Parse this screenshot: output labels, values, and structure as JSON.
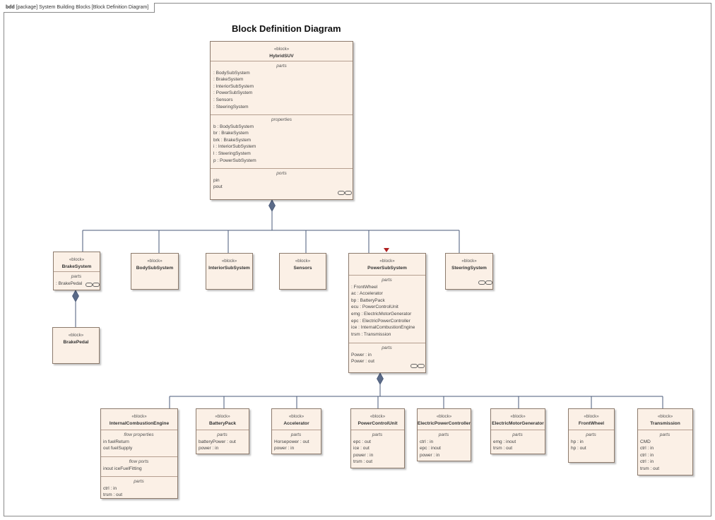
{
  "frame": {
    "kind": "bdd",
    "label": "[package] System Building Blocks [Block Definition Diagram]"
  },
  "title": "Block Definition Diagram",
  "stereotype": "«block»",
  "blocks": {
    "hybridSUV": {
      "name": "HybridSUV",
      "sections": [
        {
          "title": "parts",
          "items": [
            ": BodySubSystem",
            ": BrakeSystem",
            ": InteriorSubSystem",
            ": PowerSubSystem",
            ": Sensors",
            ": SteeringSystem"
          ]
        },
        {
          "title": "properties",
          "items": [
            "b : BodySubSystem",
            "br : BrakeSystem",
            "brk : BrakeSystem",
            "i : InteriorSubSystem",
            "l : SteeringSystem",
            "p : PowerSubSystem"
          ]
        },
        {
          "title": "ports",
          "items": [
            "pin",
            "pout"
          ]
        }
      ]
    },
    "brakeSystem": {
      "name": "BrakeSystem",
      "sections": [
        {
          "title": "parts",
          "items": [
            ": BrakePedal"
          ]
        }
      ]
    },
    "bodySubSystem": {
      "name": "BodySubSystem"
    },
    "interiorSubSystem": {
      "name": "InteriorSubSystem"
    },
    "sensors": {
      "name": "Sensors"
    },
    "powerSubSystem": {
      "name": "PowerSubSystem",
      "sections": [
        {
          "title": "parts",
          "items": [
            ": FrontWheel",
            "ac : Accelerator",
            "bp : BatteryPack",
            "ecu : PowerControlUnit",
            "emg : ElectricMotorGenerator",
            "epc : ElectricPowerController",
            "ice : InternalCombustionEngine",
            "trsm : Transmission"
          ]
        },
        {
          "title": "parts",
          "items": [
            "Power : in",
            "Power : out"
          ]
        }
      ]
    },
    "steeringSystem": {
      "name": "SteeringSystem"
    },
    "brakePedal": {
      "name": "BrakePedal"
    },
    "internalCombustionEngine": {
      "name": "InternalCombustionEngine",
      "sections": [
        {
          "title": "flow properties",
          "items": [
            "in fuelReturn",
            "out fuelSupply"
          ]
        },
        {
          "title": "flow ports",
          "items": [
            "inout iceFuelFitting"
          ]
        },
        {
          "title": "parts",
          "items": [
            "ctrl : in",
            "trsm : out"
          ]
        }
      ]
    },
    "batteryPack": {
      "name": "BatteryPack",
      "sections": [
        {
          "title": "parts",
          "items": [
            "batteryPower : out",
            "power : in"
          ]
        }
      ]
    },
    "accelerator": {
      "name": "Accelerator",
      "sections": [
        {
          "title": "parts",
          "items": [
            "Horsepower : out",
            "power : in"
          ]
        }
      ]
    },
    "powerControlUnit": {
      "name": "PowerControlUnit",
      "sections": [
        {
          "title": "parts",
          "items": [
            "epc : out",
            "ice : out",
            "power : in",
            "trsm : out"
          ]
        }
      ]
    },
    "electricPowerController": {
      "name": "ElectricPowerController",
      "sections": [
        {
          "title": "parts",
          "items": [
            "ctrl : in",
            "epc : inout",
            "power : in"
          ]
        }
      ]
    },
    "electricMotorGenerator": {
      "name": "ElectricMotorGenerator",
      "sections": [
        {
          "title": "parts",
          "items": [
            "emg : inout",
            "trsm : out"
          ]
        }
      ]
    },
    "frontWheel": {
      "name": "FrontWheel",
      "sections": [
        {
          "title": "parts",
          "items": [
            "hp : in",
            "hp : out"
          ]
        }
      ]
    },
    "transmission": {
      "name": "Transmission",
      "sections": [
        {
          "title": "parts",
          "items": [
            "CMD",
            "ctrl : in",
            "ctrl : in",
            "ctrl : in",
            "trsm : out"
          ]
        }
      ]
    }
  }
}
